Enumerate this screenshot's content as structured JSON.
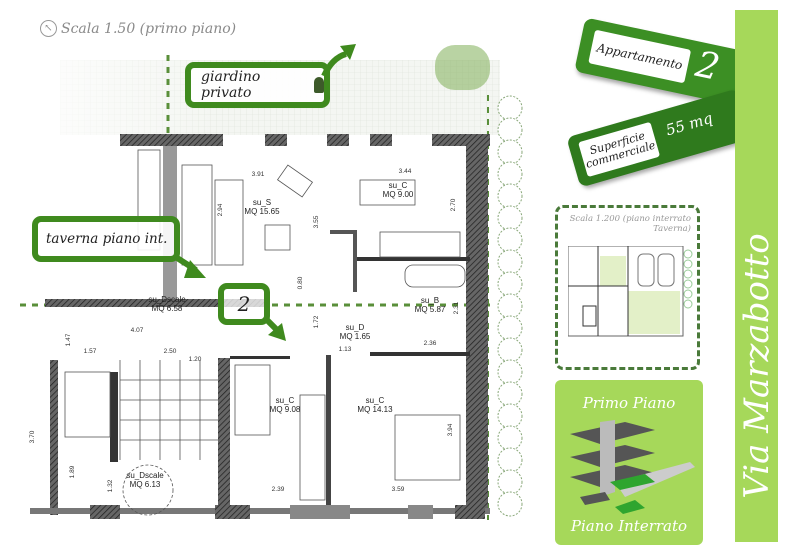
{
  "header": {
    "scale_title": "Scala 1.50 (primo piano)",
    "compass_icon": "north-arrow-icon"
  },
  "callouts": {
    "garden": "giardino privato",
    "taverna": "taverna piano int.",
    "apartment_marker": "2"
  },
  "rooms": [
    {
      "code": "su_S",
      "area": "MQ 15.65"
    },
    {
      "code": "su_C",
      "area": "MQ 9.00"
    },
    {
      "code": "su_B",
      "area": "MQ 5.87"
    },
    {
      "code": "su_D",
      "area": "MQ 1.65"
    },
    {
      "code": "su_Dscale",
      "area": "MQ 6.58"
    },
    {
      "code": "su_C",
      "area": "MQ 9.08"
    },
    {
      "code": "su_C",
      "area": "MQ 14.13"
    },
    {
      "code": "su_Dscale",
      "area": "MQ 6.13"
    }
  ],
  "dimensions": [
    "3.91",
    "2.94",
    "3.55",
    "3.44",
    "2.70",
    "0.80",
    "1.72",
    "2.31",
    "4.07",
    "1.47",
    "1.57",
    "2.50",
    "1.20",
    "1.13",
    "2.36",
    "3.94",
    "2.39",
    "3.59",
    "1.89",
    "1.32",
    "3.70"
  ],
  "tags": {
    "apartment_label": "Appartamento",
    "apartment_number": "2",
    "surface_label_1": "Superficie",
    "surface_label_2": "commerciale",
    "surface_value": "55 mq"
  },
  "street": "Via Marzabotto",
  "inset": {
    "title_1": "Scala 1.200 (piano interrato",
    "title_2": "Taverna)"
  },
  "levels": {
    "top": "Primo Piano",
    "bottom": "Piano Interrato"
  },
  "colors": {
    "accent": "#3f8a1e",
    "light_green": "#a6d85a",
    "wall": "#555555"
  }
}
